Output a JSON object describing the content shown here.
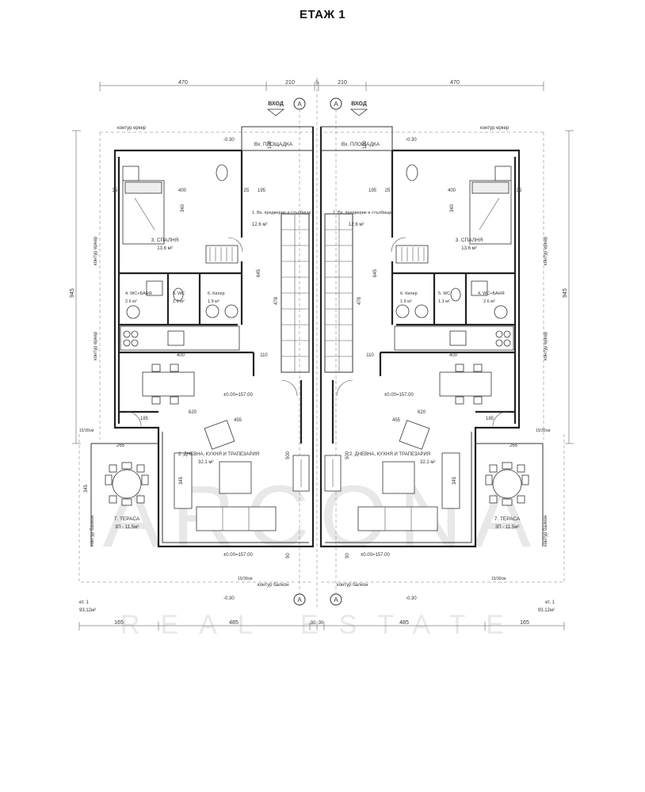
{
  "title": "ЕТАЖ 1",
  "top_dims": [
    "470",
    "210",
    "5",
    "210",
    "470"
  ],
  "bottom_dims": [
    "165",
    "485",
    "30",
    "30",
    "485",
    "165"
  ],
  "side_dim": "945",
  "side_dim_right": "945",
  "entrance": "ВХОД",
  "axis": "A",
  "contour_erker": "контур еркер",
  "contour_balkon": "контур балкон",
  "level_neg": "-0.30",
  "level_zero": "±0.00=157.00",
  "stair_tag": "15/30см",
  "floor_area_label": "ет. 1",
  "floor_area_value": "93.12м²",
  "watermark": "ARCONA",
  "watermark_sub": "REAL ESTATE",
  "units": [
    {
      "rooms": [
        {
          "name": "Вх. ПЛОЩАДКА",
          "area": ""
        },
        {
          "name": "1. Вх. предверие и стълбище",
          "area": "12.6 м²"
        },
        {
          "name": "3. СПАЛНЯ",
          "area": "13.6 м²"
        },
        {
          "name": "4. WC+БАНЯ",
          "area": "2.6 м²"
        },
        {
          "name": "5. WC",
          "area": "1.3 м²"
        },
        {
          "name": "6. Килер",
          "area": "1.9 м²"
        },
        {
          "name": "2. ДНЕВНА, КУХНЯ И ТРАПЕЗАРИЯ",
          "area": "32.1 м²"
        },
        {
          "name": "7. ТЕРАСА",
          "area": "ЗП - 11.5м²"
        }
      ],
      "dims": {
        "d400a": "400",
        "d340": "340",
        "d645": "645",
        "d110": "110",
        "d620": "620",
        "d455": "455",
        "d500": "500",
        "d265": "265",
        "d345": "345",
        "d185": "185",
        "d35": "35",
        "d195": "195",
        "d25": "25",
        "d100": "100",
        "d478": "478",
        "d90": "90"
      }
    },
    {
      "rooms": [
        {
          "name": "Вх. ПЛОЩАДКА",
          "area": ""
        },
        {
          "name": "1. Вх. предверие и стълбище",
          "area": "12.6 м²"
        },
        {
          "name": "3. СПАЛНЯ",
          "area": "13.6 м²"
        },
        {
          "name": "4. WC+БАНЯ",
          "area": "2.6 м²"
        },
        {
          "name": "5. WC",
          "area": "1.3 м²"
        },
        {
          "name": "6. Килер",
          "area": "1.9 м²"
        },
        {
          "name": "2. ДНЕВНА, КУХНЯ И ТРАПЕЗАРИЯ",
          "area": "32.1 м²"
        },
        {
          "name": "7. ТЕРАСА",
          "area": "ЗП - 11.5м²"
        }
      ],
      "dims": {
        "d400a": "400",
        "d340": "340",
        "d645": "645",
        "d110": "110",
        "d620": "620",
        "d455": "455",
        "d500": "500",
        "d265": "265",
        "d345": "345",
        "d185": "185",
        "d35": "35",
        "d195": "195",
        "d25": "25",
        "d100": "100",
        "d478": "478",
        "d90": "90"
      }
    }
  ]
}
